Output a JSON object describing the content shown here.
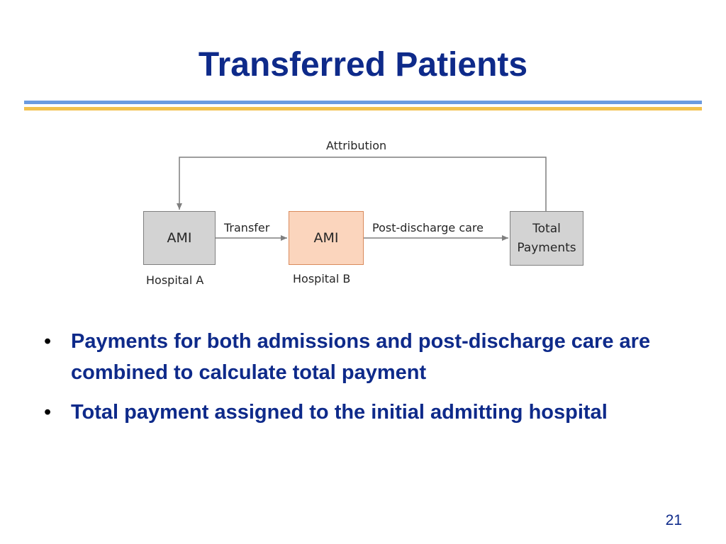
{
  "slide": {
    "title": "Transferred Patients",
    "page_number": "21"
  },
  "colors": {
    "title": "#0e2a8a",
    "rule_top": "#6b9be0",
    "rule_bottom": "#f2c14e",
    "bullet_text": "#0e2a8a",
    "box_gray": "#d3d3d3",
    "box_orange": "#fbd5bd",
    "box_orange_border": "#d98a5c",
    "arrow": "#7f7f7f",
    "page_number": "#0e2a8a"
  },
  "diagram": {
    "nodes": {
      "hospital_a": {
        "text": "AMI",
        "caption": "Hospital A"
      },
      "hospital_b": {
        "text": "AMI",
        "caption": "Hospital B"
      },
      "total": {
        "line1": "Total",
        "line2": "Payments"
      }
    },
    "edges": {
      "transfer": "Transfer",
      "post_discharge": "Post-discharge care",
      "attribution": "Attribution"
    }
  },
  "bullets": [
    "Payments for both admissions and post-discharge care are combined to calculate total payment",
    "Total payment assigned to the initial admitting hospital"
  ]
}
